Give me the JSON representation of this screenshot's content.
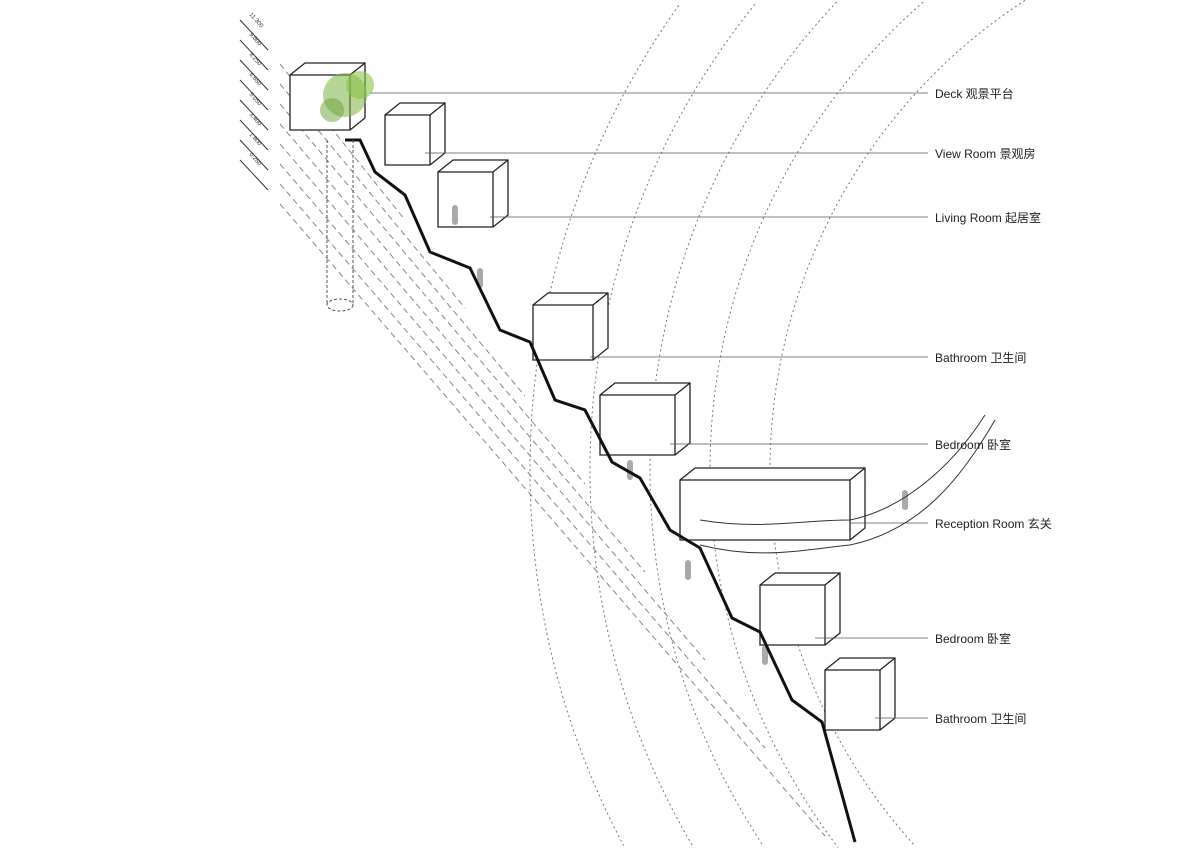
{
  "elevations": [
    "11.300",
    "9.800",
    "8.250",
    "6.650",
    "5.050",
    "3.400",
    "1.800",
    "0.250"
  ],
  "labels": [
    {
      "text": "Deck 观景平台"
    },
    {
      "text": "View Room 景观房"
    },
    {
      "text": "Living Room 起居室"
    },
    {
      "text": "Bathroom 卫生间"
    },
    {
      "text": "Bedroom 卧室"
    },
    {
      "text": "Reception Room  玄关"
    },
    {
      "text": "Bedroom 卧室"
    },
    {
      "text": "Bathroom 卫生间"
    }
  ],
  "colors": {
    "line": "#222222",
    "tree": "#7cb342",
    "dash": "#888888"
  }
}
